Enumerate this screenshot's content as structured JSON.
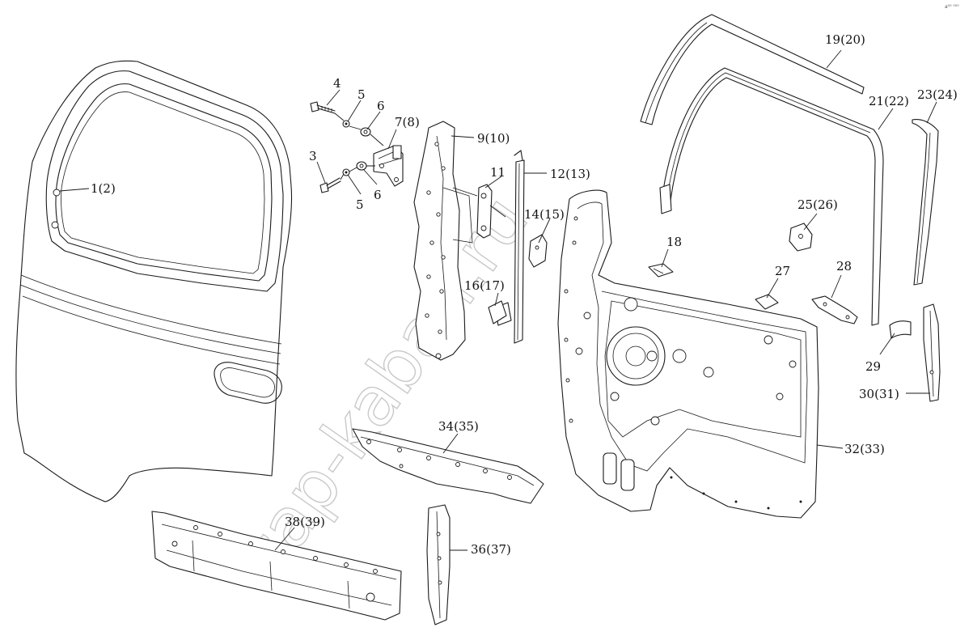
{
  "watermark": "zap-kaban.ru",
  "corner_mark": "a⁰⁰ ⁰⁰⁰",
  "callouts": [
    {
      "id": "c1",
      "text": "1(2)"
    },
    {
      "id": "c3",
      "text": "3"
    },
    {
      "id": "c4",
      "text": "4"
    },
    {
      "id": "c5a",
      "text": "5"
    },
    {
      "id": "c5b",
      "text": "5"
    },
    {
      "id": "c6a",
      "text": "6"
    },
    {
      "id": "c6b",
      "text": "6"
    },
    {
      "id": "c7",
      "text": "7(8)"
    },
    {
      "id": "c9",
      "text": "9(10)"
    },
    {
      "id": "c11",
      "text": "11"
    },
    {
      "id": "c12",
      "text": "12(13)"
    },
    {
      "id": "c14",
      "text": "14(15)"
    },
    {
      "id": "c16",
      "text": "16(17)"
    },
    {
      "id": "c18",
      "text": "18"
    },
    {
      "id": "c19",
      "text": "19(20)"
    },
    {
      "id": "c21",
      "text": "21(22)"
    },
    {
      "id": "c23",
      "text": "23(24)"
    },
    {
      "id": "c25",
      "text": "25(26)"
    },
    {
      "id": "c27",
      "text": "27"
    },
    {
      "id": "c28",
      "text": "28"
    },
    {
      "id": "c29",
      "text": "29"
    },
    {
      "id": "c30",
      "text": "30(31)"
    },
    {
      "id": "c32",
      "text": "32(33)"
    },
    {
      "id": "c34",
      "text": "34(35)"
    },
    {
      "id": "c36",
      "text": "36(37)"
    },
    {
      "id": "c38",
      "text": "38(39)"
    }
  ]
}
